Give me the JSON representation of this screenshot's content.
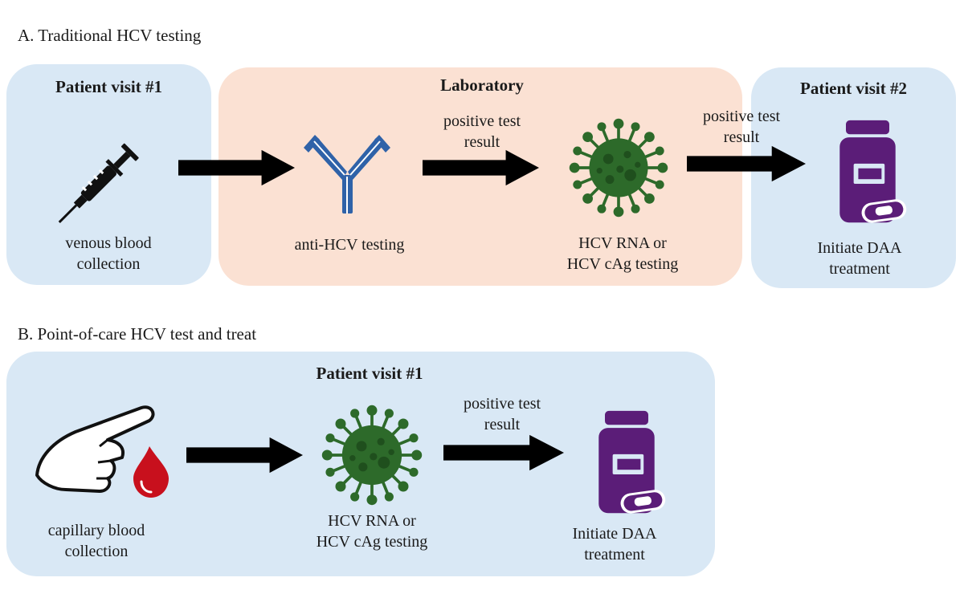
{
  "colors": {
    "panel_blue": "#d9e8f5",
    "panel_peach": "#fbe1d3",
    "antibody_blue": "#2f62a8",
    "virus_green": "#2d6a2a",
    "pill_purple": "#5b1d78",
    "blood_red": "#c8101d"
  },
  "section_a": {
    "title": "A. Traditional HCV testing",
    "visit1": {
      "title": "Patient visit #1",
      "step_label": [
        "venous blood",
        "collection"
      ],
      "icon": "syringe-icon"
    },
    "lab": {
      "title": "Laboratory",
      "antibody_label": "anti-HCV testing",
      "arrow_label": [
        "positive test",
        "result"
      ],
      "rna_label": [
        "HCV RNA or",
        "HCV cAg testing"
      ]
    },
    "arrow2_label": [
      "positive test",
      "result"
    ],
    "visit2": {
      "title": "Patient visit #2",
      "step_label": [
        "Initiate DAA",
        "treatment"
      ],
      "icon": "pill-bottle-icon"
    }
  },
  "section_b": {
    "title": "B. Point-of-care HCV test and treat",
    "visit1": {
      "title": "Patient visit #1"
    },
    "capillary_label": [
      "capillary blood",
      "collection"
    ],
    "rna_label": [
      "HCV RNA or",
      "HCV cAg testing"
    ],
    "arrow_label": [
      "positive test",
      "result"
    ],
    "treat_label": [
      "Initiate DAA",
      "treatment"
    ]
  }
}
